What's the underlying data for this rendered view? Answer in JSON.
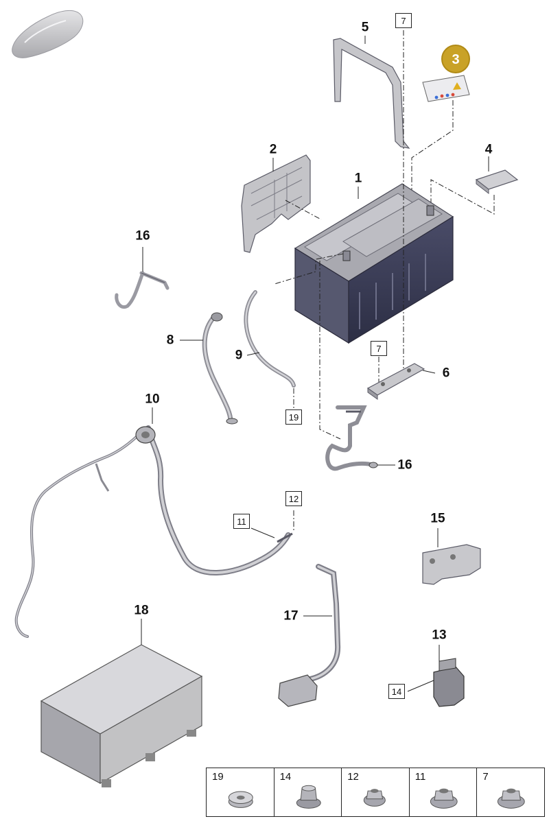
{
  "callouts": {
    "p1": "1",
    "p2": "2",
    "p3": "3",
    "p4": "4",
    "p5": "5",
    "p6": "6",
    "p8": "8",
    "p9": "9",
    "p10": "10",
    "p13": "13",
    "p15": "15",
    "p16a": "16",
    "p16b": "16",
    "p17": "17",
    "p18": "18"
  },
  "box_refs": {
    "r7_top": "7",
    "r7_mid": "7",
    "r19": "19",
    "r11": "11",
    "r12": "12",
    "r14": "14"
  },
  "legend": {
    "cells": [
      {
        "number": "19",
        "part": "washer-part"
      },
      {
        "number": "14",
        "part": "hex-nut-part"
      },
      {
        "number": "12",
        "part": "flange-nut-part"
      },
      {
        "number": "11",
        "part": "flange-nut-part"
      },
      {
        "number": "7",
        "part": "flange-nut-part"
      }
    ]
  },
  "colors": {
    "battery_body": "#3b3d57",
    "part_gray": "#c9c9cc",
    "line_dark": "#5a5a66",
    "badge_gold": "#c9a227",
    "tray_box": "#c2c2c4"
  }
}
